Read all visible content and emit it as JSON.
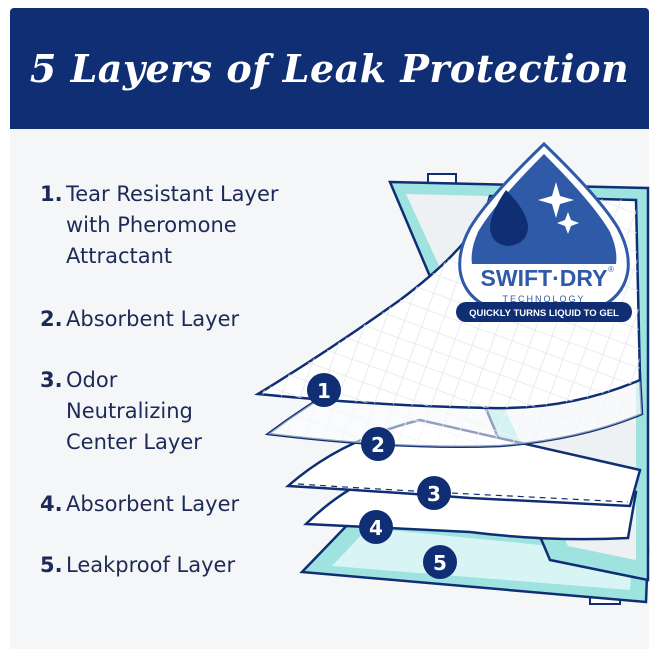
{
  "header": {
    "title": "5 Layers of Leak Protection"
  },
  "layers": [
    {
      "number": "1.",
      "lines": [
        "Tear Resistant Layer",
        "with Pheromone",
        "Attractant"
      ]
    },
    {
      "number": "2.",
      "lines": [
        "Absorbent Layer"
      ]
    },
    {
      "number": "3.",
      "lines": [
        "Odor",
        "Neutralizing",
        "Center Layer"
      ]
    },
    {
      "number": "4.",
      "lines": [
        "Absorbent Layer"
      ]
    },
    {
      "number": "5.",
      "lines": [
        "Leakproof Layer"
      ]
    }
  ],
  "badge": {
    "brand": "SWIFT·DRY",
    "registered": "®",
    "subtitle": "TECHNOLOGY",
    "tagline": "QUICKLY TURNS LIQUID TO GEL"
  },
  "markers": [
    "1",
    "2",
    "3",
    "4",
    "5"
  ],
  "colors": {
    "navy": "#0f2e73",
    "teal": "#9ee3df",
    "badge_blue": "#2f5aa8",
    "text": "#1d2a55"
  }
}
